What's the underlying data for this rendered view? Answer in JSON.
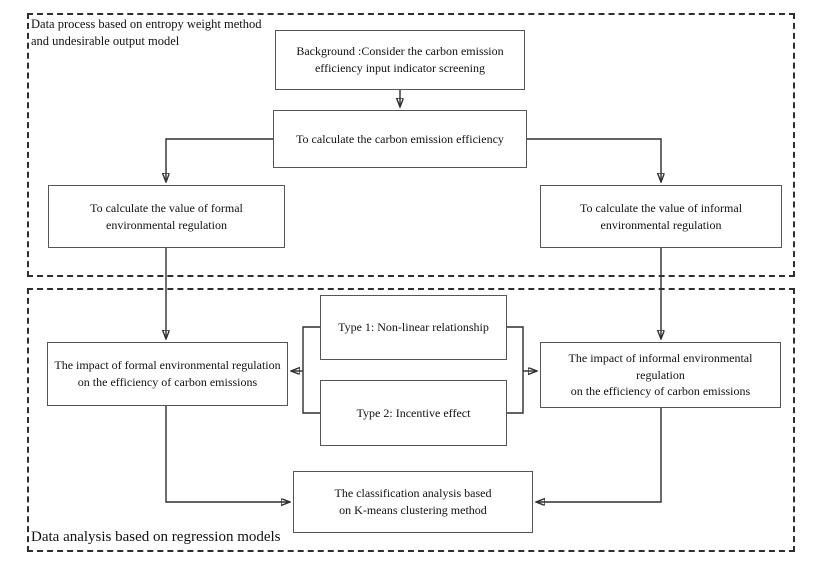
{
  "colors": {
    "line": "#2e2e2e",
    "box_border": "#555555",
    "dashed_border": "#2e2e2e",
    "text": "#111111",
    "background": "#ffffff"
  },
  "sections": {
    "top": {
      "label_lines": [
        "Data process based on entropy weight method",
        "and undesirable output model"
      ]
    },
    "bottom": {
      "label": "Data analysis based on regression models"
    }
  },
  "nodes": {
    "background": {
      "lines": [
        "Background :Consider the carbon emission",
        "efficiency input indicator screening"
      ]
    },
    "calc_efficiency": {
      "lines": [
        "To calculate the carbon emission efficiency"
      ]
    },
    "calc_formal": {
      "lines": [
        "To calculate the value of formal",
        "environmental regulation"
      ]
    },
    "calc_informal": {
      "lines": [
        "To calculate the value of informal",
        "environmental regulation"
      ]
    },
    "impact_formal": {
      "lines": [
        "The impact of formal environmental regulation",
        "on the efficiency of carbon emissions"
      ]
    },
    "type1": {
      "lines": [
        "Type 1: Non-linear relationship"
      ]
    },
    "type2": {
      "lines": [
        "Type 2: Incentive effect"
      ]
    },
    "impact_informal": {
      "lines": [
        "The impact of informal environmental",
        "regulation",
        "on the efficiency of carbon emissions"
      ]
    },
    "kmeans": {
      "lines": [
        "The classification analysis based",
        "on K-means clustering method"
      ]
    }
  },
  "edges": [
    {
      "from": "background",
      "to": "calc_efficiency"
    },
    {
      "from": "calc_efficiency",
      "to": "calc_formal"
    },
    {
      "from": "calc_efficiency",
      "to": "calc_informal"
    },
    {
      "from": "calc_formal",
      "to": "impact_formal"
    },
    {
      "from": "calc_informal",
      "to": "impact_informal"
    },
    {
      "from": "type1_type2_bracket",
      "to": "impact_formal"
    },
    {
      "from": "type1_type2_bracket",
      "to": "impact_informal"
    },
    {
      "from": "impact_formal",
      "to": "kmeans"
    },
    {
      "from": "impact_informal",
      "to": "kmeans"
    }
  ]
}
